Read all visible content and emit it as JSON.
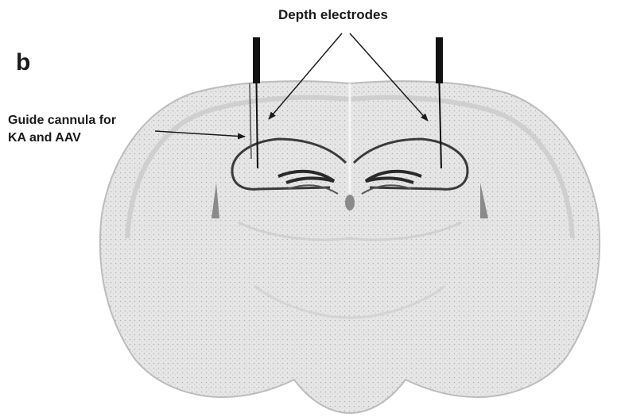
{
  "figure": {
    "panel_letter": "b",
    "depth_electrodes_label": "Depth electrodes",
    "cannula_label_line1": "Guide cannula for",
    "cannula_label_line2": "KA and AAV"
  },
  "colors": {
    "tissue_fill": "#e4e4e4",
    "tissue_edge": "#bcbcbc",
    "hippocampus_stroke": "#3a3a3a",
    "electrode": "#111111",
    "annotation": "#1a1a1a"
  }
}
